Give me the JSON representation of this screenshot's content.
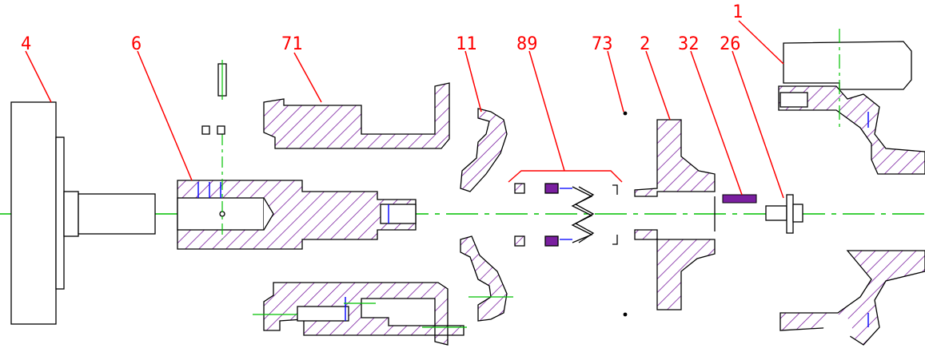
{
  "diagram": {
    "colors": {
      "outline": "#000000",
      "hatch": "#7a1fa0",
      "centerline": "#00c000",
      "leader": "#ff0000",
      "label": "#ff0000",
      "accent": "#0000ff"
    },
    "labels": [
      "4",
      "6",
      "71",
      "11",
      "89",
      "73",
      "2",
      "32",
      "26",
      "1"
    ]
  }
}
